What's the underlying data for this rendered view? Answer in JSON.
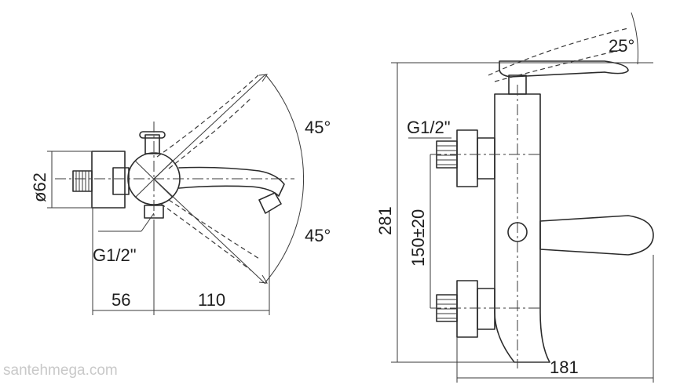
{
  "left_view": {
    "diameter_label": "ø62",
    "thread_label": "G1/2\"",
    "angle_upper": "45°",
    "angle_lower": "45°",
    "dim_left": "56",
    "dim_right": "110"
  },
  "right_view": {
    "thread_label": "G1/2\"",
    "handle_angle": "25°",
    "height_label": "281",
    "center_distance": "150±20",
    "depth_label": "181"
  },
  "watermark": "santehmega.com"
}
